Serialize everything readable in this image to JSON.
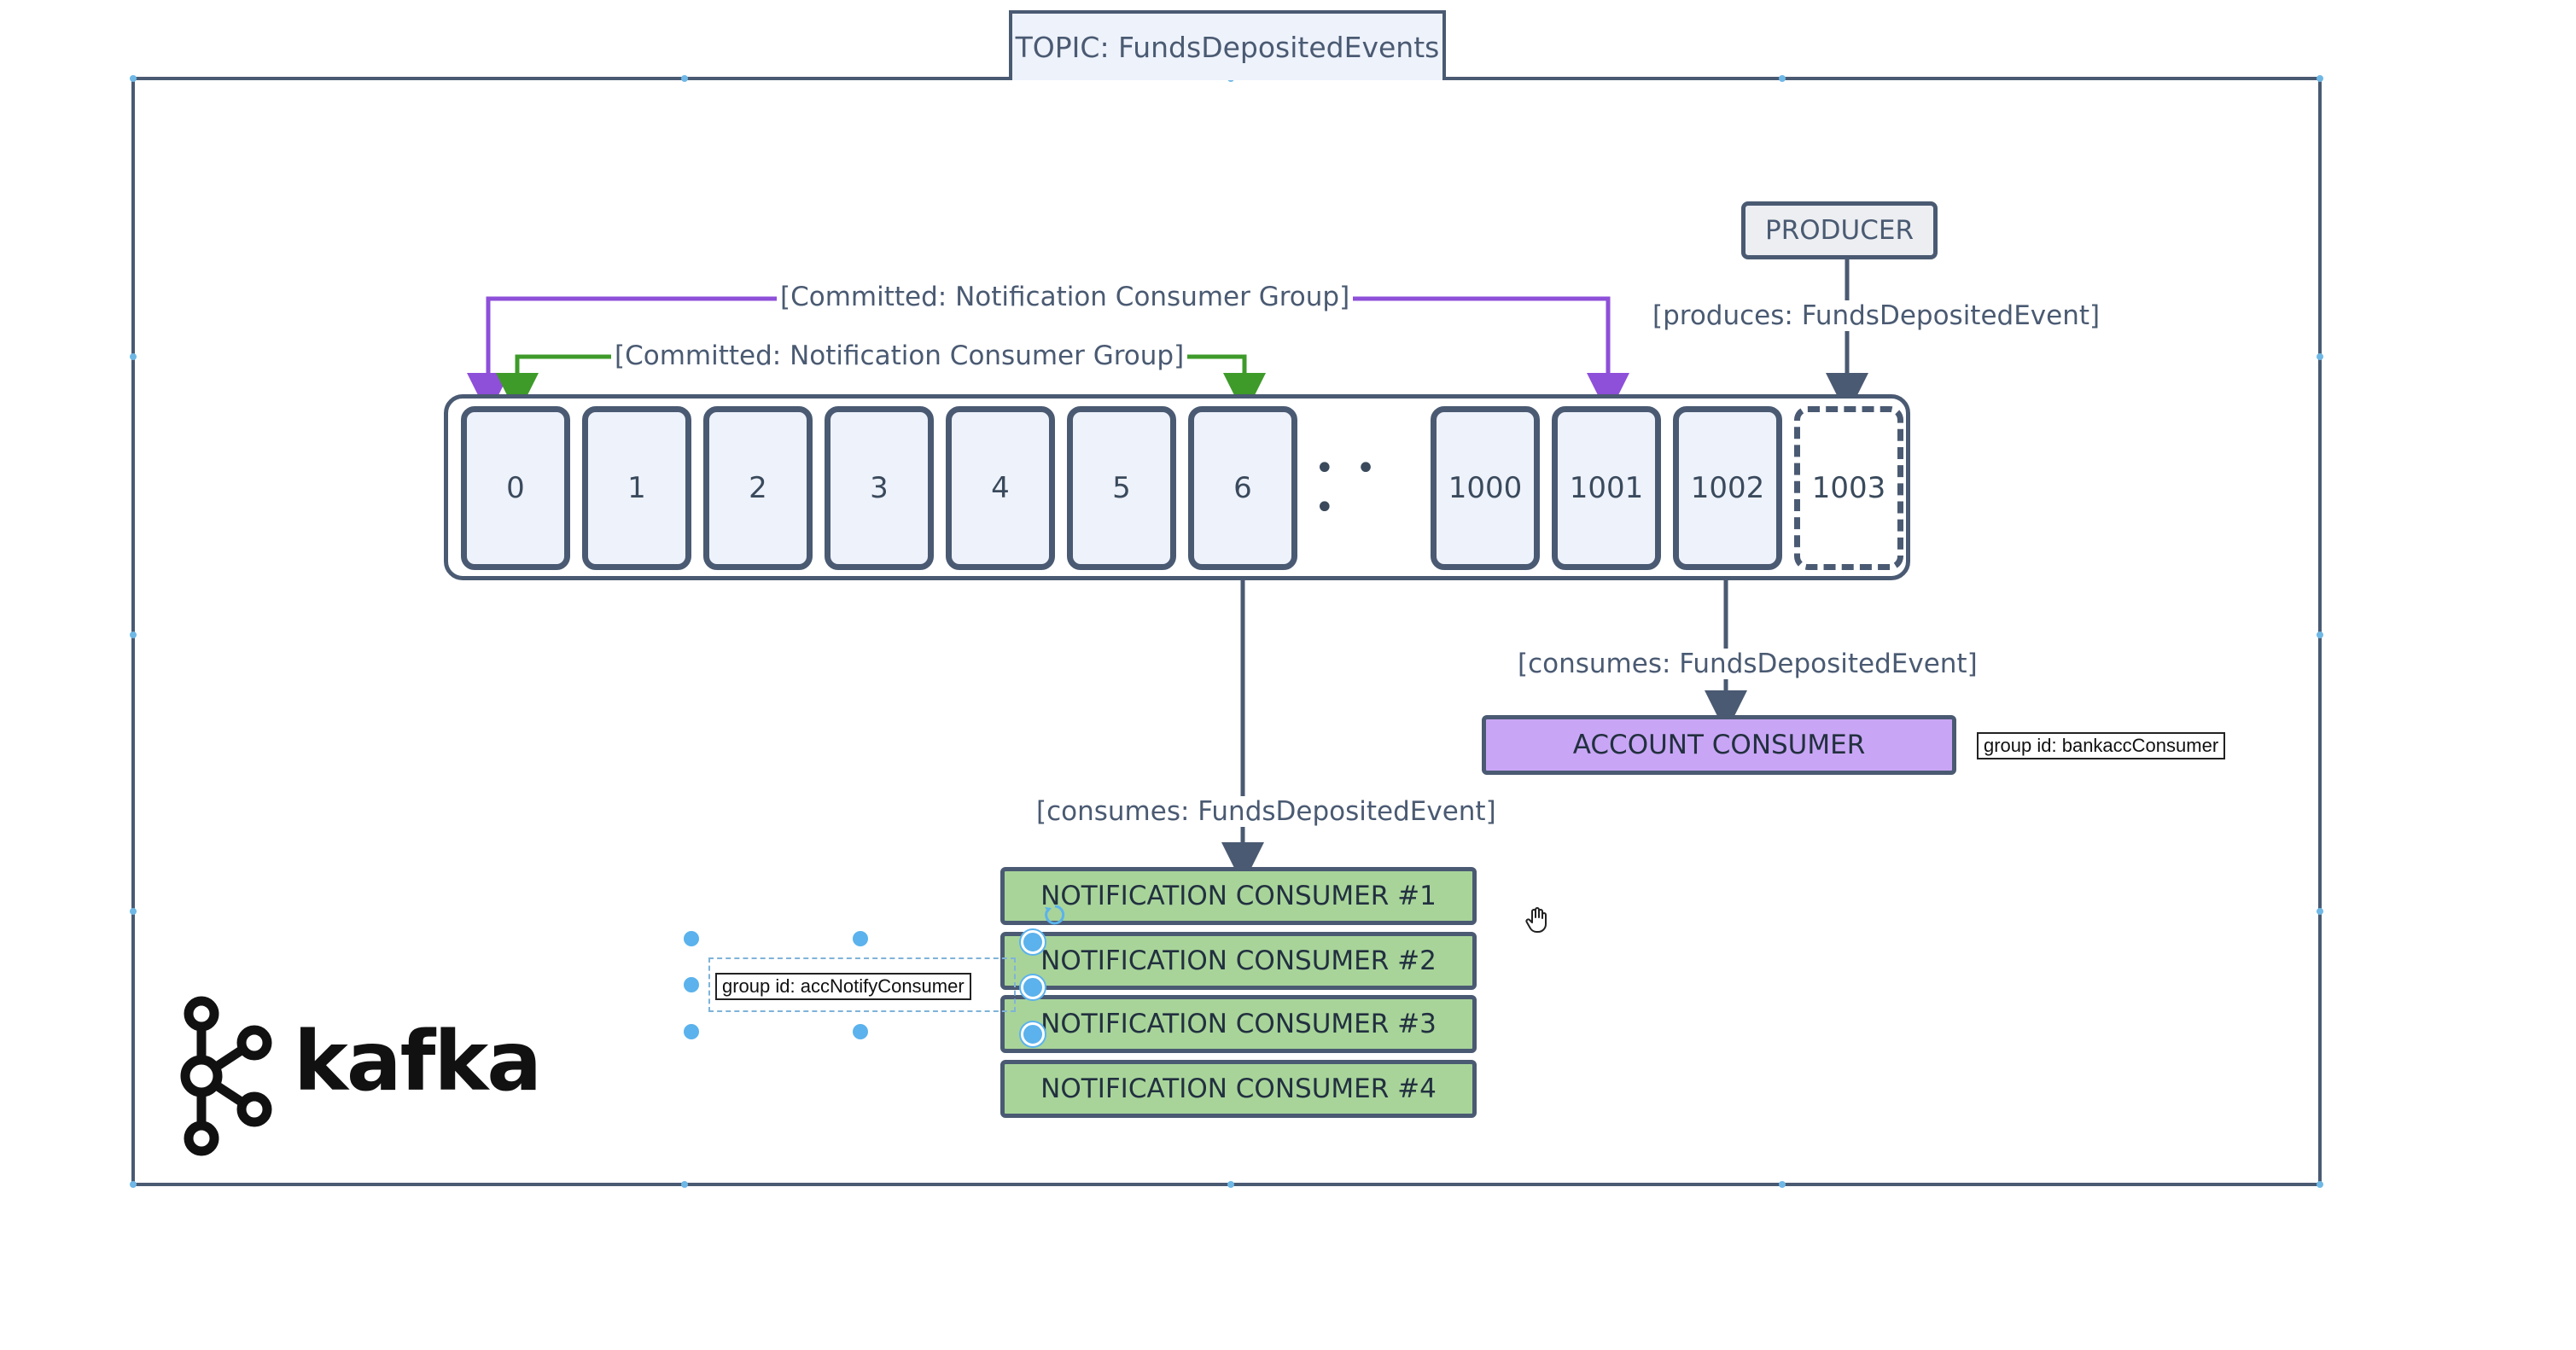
{
  "topic": {
    "title": "TOPIC: FundsDepositedEvents"
  },
  "log": {
    "cells": [
      "0",
      "1",
      "2",
      "3",
      "4",
      "5",
      "6",
      "1000",
      "1001",
      "1002",
      "1003"
    ],
    "ellipsis": "• • •"
  },
  "producer": {
    "label": "PRODUCER",
    "edge_label": "[produces: FundsDepositedEvent]"
  },
  "commits": {
    "purple_label": "[Committed: Notification Consumer Group]",
    "green_label": "[Committed: Notification Consumer Group]",
    "purple_color": "#8e4fd9",
    "green_color": "#3e9b2a"
  },
  "account_consumer": {
    "label": "ACCOUNT CONSUMER",
    "edge_label": "[consumes: FundsDepositedEvent]",
    "group_id": "group id: bankaccConsumer"
  },
  "notification_consumers": {
    "edge_label": "[consumes: FundsDepositedEvent]",
    "group_id": "group id: accNotifyConsumer",
    "items": [
      "NOTIFICATION CONSUMER #1",
      "NOTIFICATION CONSUMER #2",
      "NOTIFICATION CONSUMER #3",
      "NOTIFICATION CONSUMER #4"
    ]
  },
  "logo": {
    "text": "kafka",
    "icon": "kafka-logo-icon"
  },
  "cursor": {
    "icon": "hand-cursor-icon"
  },
  "colors": {
    "stroke": "#4a5a72",
    "cell_fill": "#eef2fb",
    "account_fill": "#c9a6f5",
    "notification_fill": "#a8d49a",
    "selection": "#5bb2ec"
  }
}
